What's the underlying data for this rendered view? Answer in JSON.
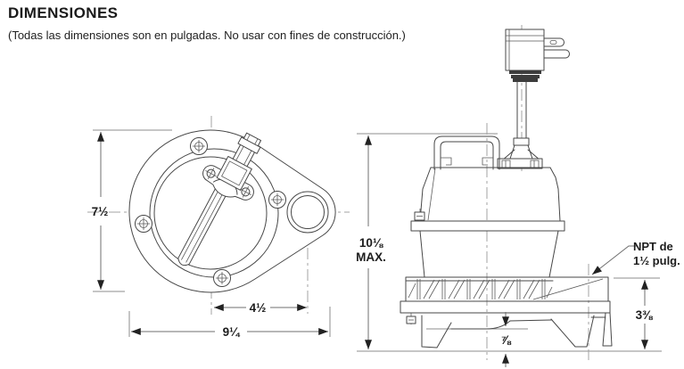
{
  "header": {
    "title": "DIMENSIONES",
    "subtitle": "(Todas las dimensiones son en pulgadas. No usar con fines de construcción.)"
  },
  "top_view": {
    "dim_height": "7½",
    "dim_discharge_offset": "4½",
    "dim_width": "9¼"
  },
  "side_view": {
    "dim_height": "10⅛",
    "dim_height_qualifier": "MAX.",
    "npt_line1": "NPT de",
    "npt_line2": "1½ pulg.",
    "dim_discharge_height": "3⅜",
    "dim_bottom_clearance": "⅞"
  },
  "colors": {
    "background": "#ffffff",
    "drawing_line": "#474747",
    "dimension_line": "#6f6f6f",
    "centerline": "#a3a3a3",
    "text": "#1d1d1d"
  }
}
